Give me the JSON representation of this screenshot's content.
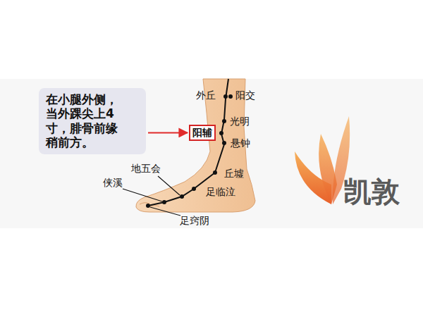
{
  "diagram": {
    "nodes": [
      {
        "text": [
          "在小腿外侧， 当外踝尖上4 寸，腓骨前缘 稍前方。"
        ]
      },
      {
        "text": [
          "阳辅"
        ]
      }
    ],
    "edges": [
      {
        "from": 0,
        "to": 1,
        "arrow": "to"
      }
    ],
    "labels": [
      "外丘",
      "阳交",
      "光明",
      "悬钟",
      "丘墟",
      "足临泣",
      "地五会",
      "侠溪",
      "足窍阴",
      "凯敦"
    ]
  }
}
